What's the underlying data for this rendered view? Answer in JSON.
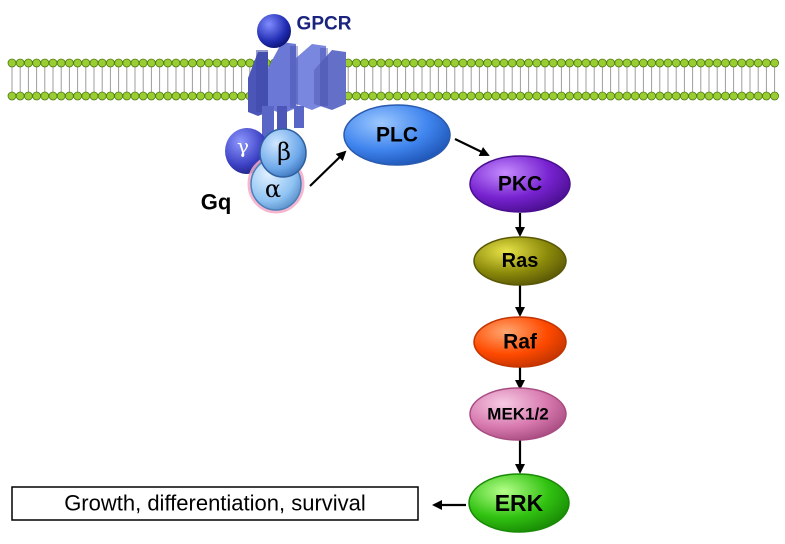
{
  "receptor": {
    "label": "GPCR",
    "label_color": "#1a237e"
  },
  "g_protein": {
    "label": "Gq",
    "subunits": {
      "gamma": "γ",
      "beta": "β",
      "alpha": "α"
    }
  },
  "pathway": {
    "plc": "PLC",
    "pkc": "PKC",
    "ras": "Ras",
    "raf": "Raf",
    "mek": "MEK1/2",
    "erk": "ERK"
  },
  "outcome": {
    "label": "Growth, differentiation, survival"
  },
  "colors": {
    "membrane_head": "#9acd32",
    "membrane_head_stroke": "#4e7a12",
    "receptor": "#6470c8",
    "plc": "#3f84ee",
    "pkc": "#7722d0",
    "ras": "#8c8a0a",
    "raf": "#ff4a00",
    "mek": "#d87ab0",
    "erk": "#31c211"
  }
}
